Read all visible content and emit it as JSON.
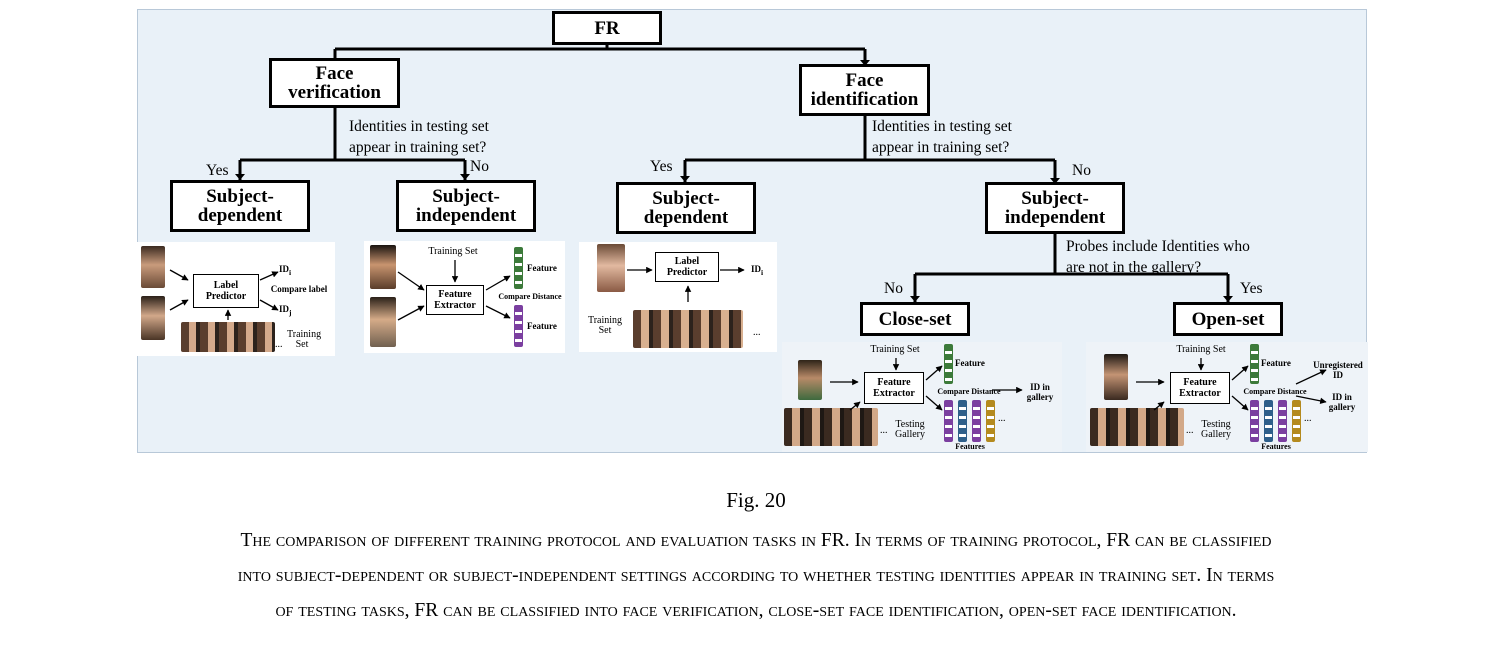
{
  "nodes": {
    "root": "FR",
    "verification": "Face verification",
    "identification": "Face identification",
    "v_dep": "Subject-dependent",
    "v_indep": "Subject-independent",
    "i_dep": "Subject-dependent",
    "i_indep": "Subject-independent",
    "close_set": "Close-set",
    "open_set": "Open-set"
  },
  "questions": {
    "left": "Identities in testing set appear in training set?",
    "right": "Identities in testing set appear in training set?",
    "probes": "Probes include Identities who are not in the gallery?"
  },
  "answers": {
    "yes": "Yes",
    "no": "No"
  },
  "insets": {
    "label_predictor": "Label Predictor",
    "feature_extractor": "Feature Extractor",
    "id_i": "ID",
    "id_j": "ID",
    "sub_i": "i",
    "sub_j": "j",
    "compare_label": "Compare label",
    "training_set": "Training Set",
    "feature": "Feature",
    "features": "Features",
    "compare_distance": "Compare Distance",
    "testing_gallery": "Testing Gallery",
    "id_in_gallery": "ID in gallery",
    "unregistered_id": "Unregistered ID",
    "ellipsis": "..."
  },
  "figure": {
    "label": "Fig. 20",
    "caption_line1": "The comparison of different training protocol and evaluation tasks in FR. In terms of training protocol, FR can be classified",
    "caption_line2": "into subject-dependent or subject-independent settings according to whether testing identities appear in training set. In terms",
    "caption_line3": "of testing tasks, FR can be classified into face verification, close-set face identification, open-set face identification."
  },
  "colors": {
    "panel_bg": "#e9f1f8",
    "feature_green": "#3c7a3a",
    "feature_purple": "#7b3fa0",
    "feature_blue": "#2e5f8a",
    "feature_gold": "#b48a1e"
  }
}
